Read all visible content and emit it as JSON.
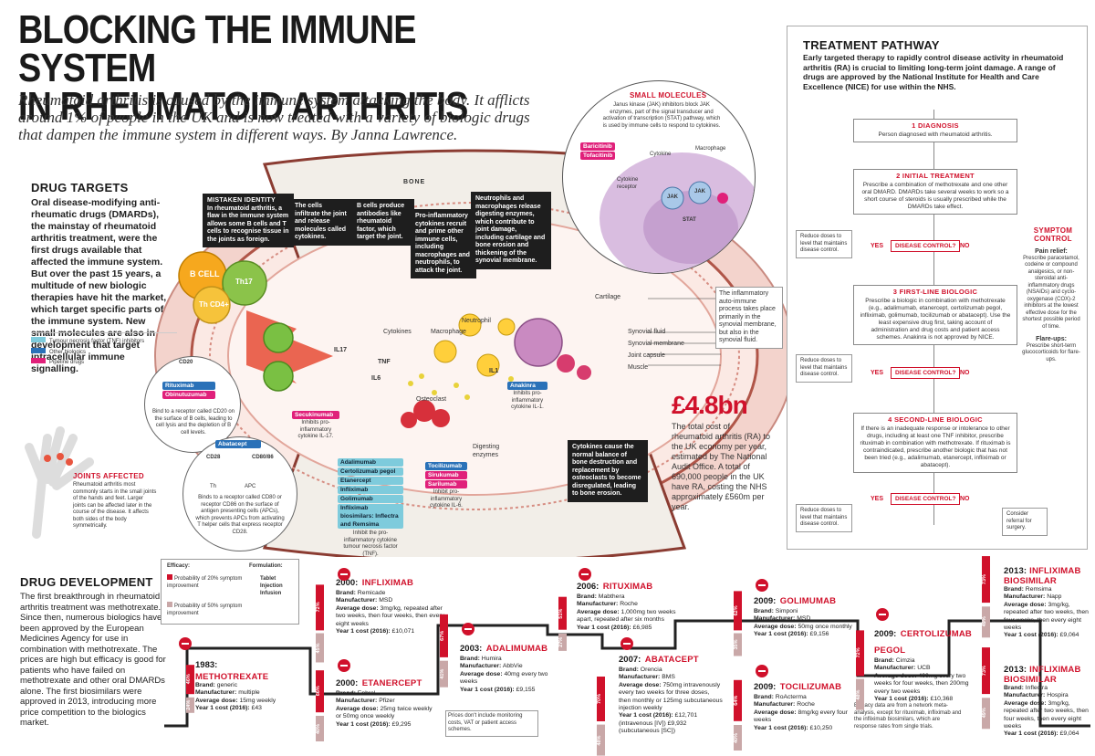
{
  "header": {
    "title_line1": "BLOCKING THE IMMUNE SYSTEM",
    "title_line2": "IN RHEUMATOID ARTHRITIS",
    "subtitle": "Rheumatoid arthritis is caused by the immune system attacking the body. It afflicts around 1% of people in the UK and is now treated with a variety of biologic drugs that dampen the immune system in different ways. By Janna Lawrence."
  },
  "drug_targets": {
    "heading": "DRUG TARGETS",
    "text": "Oral disease-modifying anti-rheumatic drugs (DMARDs), the mainstay of rheumatoid arthritis treatment, were the first drugs available that affected the immune system. But over the past 15 years, a multitude of new biologic therapies have hit the market, which target specific parts of the immune system. New small molecules are also in development that target intracellular immune signalling.",
    "legend": [
      {
        "label": "Tumour necrosis factor (TNF) inhibitors",
        "color": "#7ecbdc"
      },
      {
        "label": "Other biologics",
        "color": "#2a71b8"
      },
      {
        "label": "Pipeline drugs",
        "color": "#e0207a"
      }
    ]
  },
  "cells": {
    "b_cell": "B CELL",
    "th17": "Th17",
    "thcd4": "Th CD4+",
    "cd20": "CD20",
    "cd28": "CD28",
    "cd80": "CD80/86",
    "th": "Th",
    "apc": "APC"
  },
  "cd20_box": {
    "drugs": [
      "Rituximab",
      "Obinutuzumab"
    ],
    "text": "Bind to a receptor called CD20 on the surface of B cells, leading to cell lysis and the depletion of B cell levels."
  },
  "abatacept_box": {
    "drug": "Abatacept",
    "text": "Binds to a receptor called CD80 or receptor CD86 on the surface of antigen presenting cells (APCs), which prevents APCs from activating T helper cells that express receptor CD28."
  },
  "joints": {
    "heading": "JOINTS AFFECTED",
    "text": "Rheumatoid arthritis most commonly starts in the small joints of the hands and feet. Larger joints can be affected later in the course of the disease. It affects both sides of the body symmetrically."
  },
  "callouts": [
    {
      "title": "MISTAKEN IDENTITY",
      "text": "In rheumatoid arthritis, a flaw in the immune system allows some B cells and T cells to recognise tissue in the joints as foreign."
    },
    {
      "title": "",
      "text": "The cells infiltrate the joint and release molecules called cytokines."
    },
    {
      "title": "",
      "text": "B cells produce antibodies like rheumatoid factor, which target the joint."
    },
    {
      "title": "",
      "text": "Pro-inflammatory cytokines recruit and prime other immune cells, including macrophages and neutrophils, to attack the joint."
    },
    {
      "title": "",
      "text": "Neutrophils and macrophages release digesting enzymes, which contribute to joint damage, including cartilage and bone erosion and thickening of the synovial membrane."
    },
    {
      "title": "",
      "text": "Cytokines cause the normal balance of bone destruction and replacement by osteoclasts to become disregulated, leading to bone erosion."
    }
  ],
  "joint_labels": {
    "bone": "BONE",
    "cytokines": "Cytokines",
    "macrophage": "Macrophage",
    "neutrophil": "Neutrophil",
    "osteoclast": "Osteoclast",
    "enzymes": "Digesting enzymes",
    "il17": "IL17",
    "tnf": "TNF",
    "il6": "IL6",
    "il1": "IL1",
    "cartilage": "Cartilage",
    "synovial_fluid": "Synovial fluid",
    "synovial_membrane": "Synovial membrane",
    "joint_capsule": "Joint capsule",
    "muscle": "Muscle",
    "inflammatory_note": "The inflammatory auto-immune process takes place primarily in the synovial membrane, but also in the synovial fluid."
  },
  "il17_box": {
    "drug": "Secukinumab",
    "text": "Inhibits pro-inflammatory cytokine IL-17."
  },
  "tnf_box": {
    "drugs": [
      "Adalimumab",
      "Certolizumab pegol",
      "Etanercept",
      "Infliximab",
      "Golimumab",
      "Infliximab biosimilars: Inflectra and Remsima"
    ],
    "text": "Inhibit the pro-inflammatory cytokine tumour necrosis factor (TNF)."
  },
  "il6_box": {
    "drugs": [
      "Tocilizumab",
      "Sirukumab",
      "Sarilumab"
    ],
    "text": "Inhibit pro-inflammatory cytokine IL-6."
  },
  "il1_box": {
    "drug": "Anakinra",
    "text": "Inhibits pro-inflammatory cytokine IL-1."
  },
  "small_molecules": {
    "heading": "SMALL MOLECULES",
    "text": "Janus kinase (JAK) inhibitors block JAK enzymes, part of the signal transducer and activation of transcription (STAT) pathway, which is used by immune cells to respond to cytokines.",
    "drugs": [
      "Baricitinib",
      "Tofacitinib"
    ],
    "cytokine": "Cytokine",
    "macrophage": "Macrophage",
    "receptor": "Cytokine receptor",
    "jak": "JAK",
    "stat": "STAT"
  },
  "cost": {
    "big": "£4.8bn",
    "text": "The total cost of rheumatoid arthritis (RA) to the UK economy per year, estimated by The National Audit Office. A total of 690,000 people in the UK have RA, costing the NHS approximately £560m per year."
  },
  "treatment": {
    "heading": "TREATMENT PATHWAY",
    "intro": "Early targeted therapy to rapidly control disease activity in rheumatoid arthritis (RA) is crucial to limiting long-term joint damage. A range of drugs are approved by the National Institute for Health and Care Excellence (NICE) for use within the NHS.",
    "steps": [
      {
        "title": "1 DIAGNOSIS",
        "text": "Person diagnosed with rheumatoid arthritis."
      },
      {
        "title": "2 INITIAL TREATMENT",
        "text": "Prescribe a combination of methotrexate and one other oral DMARD. DMARDs take several weeks to work so a short course of steroids is usually prescribed while the DMARDs take effect."
      },
      {
        "title": "3 FIRST-LINE BIOLOGIC",
        "text": "Prescribe a biologic in combination with methotrexate (e.g., adalimumab, etanercept, certolizumab pegol, infliximab, golimumab, tocilizumab or abatacept). Use the least expensive drug first, taking account of administration and drug costs and patient access schemes. Anakinra is not approved by NICE."
      },
      {
        "title": "4 SECOND-LINE BIOLOGIC",
        "text": "If there is an inadequate response or intolerance to other drugs, including at least one TNF inhibitor, prescribe rituximab in combination with methotrexate. If rituximab is contraindicated, prescribe another biologic that has not been tried (e.g., adalimumab, etanercept, infliximab or abatacept)."
      }
    ],
    "yes": "YES",
    "no": "NO",
    "disease_control": "DISEASE CONTROL?",
    "reduce": "Reduce doses to level that maintains disease control.",
    "surgery": "Consider referral for surgery.",
    "symptom": {
      "heading": "SYMPTOM CONTROL",
      "pain_title": "Pain relief:",
      "pain": "Prescribe paracetamol, codeine or compound analgesics, or non-steroidal anti-inflammatory drugs (NSAIDs) and cyclo-oxygenase (COX)-2 inhibitors at the lowest effective dose for the shortest possible period of time.",
      "flare_title": "Flare-ups:",
      "flare": "Prescribe short-term glucocorticoids for flare-ups."
    }
  },
  "development": {
    "heading": "DRUG DEVELOPMENT",
    "text": "The first breakthrough in rheumatoid arthritis treatment was methotrexate. Since then, numerous biologics have been approved by the European Medicines Agency for use in combination with methotrexate. The prices are high but efficacy is good for patients who have failed on methotrexate and other oral DMARDs alone. The first biosimilars were approved in 2013, introducing more price competition to the biologics market.",
    "efficacy_label": "Efficacy:",
    "eff20": "Probability of 20% symptom improvement",
    "eff50": "Probability of 50% symptom improvement",
    "formulation_label": "Formulation:",
    "formulations": [
      "Tablet",
      "Injection",
      "Infusion"
    ],
    "note_prices": "Prices don't include monitoring costs, VAT or patient access schemes.",
    "note_eff": "Efficacy data are from a network meta-analysis, except for rituximab, infliximab and the infliximab biosimilars, which are response rates from single trials.",
    "drugs": [
      {
        "year": "1983:",
        "name": "METHOTREXATE",
        "brand": "generic",
        "manufacturer": "multiple",
        "dose": "15mg weekly",
        "cost": "£43",
        "p20": "46%",
        "p50": "24%"
      },
      {
        "year": "2000:",
        "name": "INFLIXIMAB",
        "brand": "Remicade",
        "manufacturer": "MSD",
        "dose": "3mg/kg, repeated after two weeks, then four weeks, then every eight weeks",
        "cost": "£10,071",
        "p20": "72%",
        "p50": "45%"
      },
      {
        "year": "2000:",
        "name": "ETANERCEPT",
        "brand": "Enbrel",
        "manufacturer": "Pfizer",
        "dose": "25mg twice weekly or 50mg once weekly",
        "cost": "£9,295",
        "p20": "66%",
        "p50": "40%"
      },
      {
        "year": "2003:",
        "name": "ADALIMUMAB",
        "brand": "Humira",
        "manufacturer": "AbbVie",
        "dose": "40mg every two weeks",
        "cost": "£9,155",
        "p20": "67%",
        "p50": "41%"
      },
      {
        "year": "2006:",
        "name": "RITUXIMAB",
        "brand": "Mabthera",
        "manufacturer": "Roche",
        "dose": "1,000mg two weeks apart, repeated after six months",
        "cost": "£6,985",
        "p20": "51%",
        "p50": "27%"
      },
      {
        "year": "2007:",
        "name": "ABATACEPT",
        "brand": "Orencia",
        "manufacturer": "BMS",
        "dose": "750mg intravenously every two weeks for three doses, then monthly or 125mg subcutaneous injection weekly",
        "cost": "£12,701 (intravenous [IV]) £9,932 (subcutaneous [SC])",
        "p20": "70%",
        "p50": "48%"
      },
      {
        "year": "2009:",
        "name": "GOLIMUMAB",
        "brand": "Simponi",
        "manufacturer": "MSD",
        "dose": "50mg once monthly",
        "cost": "£9,156",
        "p20": "62%",
        "p50": "35%"
      },
      {
        "year": "2009:",
        "name": "TOCILIZUMAB",
        "brand": "RoActerma",
        "manufacturer": "Roche",
        "dose": "8mg/kg every four weeks",
        "cost": "£10,250",
        "p20": "64%",
        "p50": "40%"
      },
      {
        "year": "2009:",
        "name": "CERTOLIZUMAB PEGOL",
        "brand": "Cimzia",
        "manufacturer": "UCB",
        "dose": "400mg every two weeks for four weeks, then 200mg every two weeks",
        "cost": "£10,368",
        "p20": "72%",
        "p50": "48%"
      },
      {
        "year": "2013:",
        "name": "INFLIXIMAB BIOSIMILAR",
        "brand": "Remsima",
        "manufacturer": "Napp",
        "dose": "3mg/kg, repeated after two weeks, then four weeks, then every eight weeks",
        "cost": "£9,064",
        "p20": "73%",
        "p50": "49%"
      },
      {
        "year": "2013:",
        "name": "INFLIXIMAB BIOSIMILAR",
        "brand": "Inflectra",
        "manufacturer": "Hospira",
        "dose": "3mg/kg, repeated after two weeks, then four weeks, then every eight weeks",
        "cost": "£9,064",
        "p20": "73%",
        "p50": "49%"
      }
    ],
    "labels": {
      "brand": "Brand:",
      "manufacturer": "Manufacturer:",
      "dose": "Average dose:",
      "cost": "Year 1 cost (2016):"
    }
  },
  "colors": {
    "accent": "#d0112b",
    "tnf": "#7ecbdc",
    "other": "#2a71b8",
    "pipeline": "#e0207a"
  }
}
